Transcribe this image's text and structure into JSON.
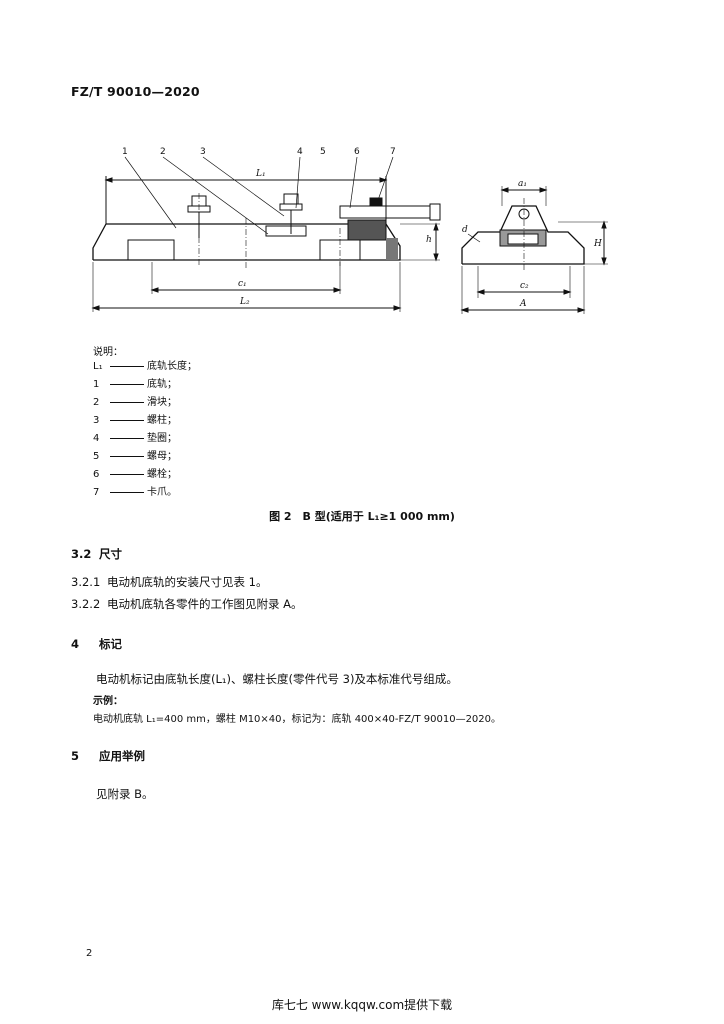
{
  "header": {
    "standard_code": "FZ/T 90010—2020"
  },
  "figure": {
    "callouts": [
      "1",
      "2",
      "3",
      "4",
      "5",
      "6",
      "7"
    ],
    "dimension_labels": {
      "L1": "L₁",
      "L2": "L₂",
      "c1": "c₁",
      "h": "h",
      "a1": "a₁",
      "d": "d",
      "H": "H",
      "c2": "c₂",
      "A": "A"
    },
    "legend_title": "说明：",
    "legend_items": [
      {
        "key": "L₁",
        "desc": "底轨长度；"
      },
      {
        "key": "1",
        "desc": "底轨；"
      },
      {
        "key": "2",
        "desc": "滑块；"
      },
      {
        "key": "3",
        "desc": "螺柱；"
      },
      {
        "key": "4",
        "desc": "垫圈；"
      },
      {
        "key": "5",
        "desc": "螺母；"
      },
      {
        "key": "6",
        "desc": "螺栓；"
      },
      {
        "key": "7",
        "desc": "卡爪。"
      }
    ],
    "caption": "图 2　B 型(适用于 L₁≥1 000 mm)"
  },
  "sections": {
    "s3_2": {
      "num": "3.2",
      "title": "尺寸"
    },
    "s3_2_1": {
      "num": "3.2.1",
      "text": "电动机底轨的安装尺寸见表 1。"
    },
    "s3_2_2": {
      "num": "3.2.2",
      "text": "电动机底轨各零件的工作图见附录 A。"
    },
    "s4": {
      "num": "4",
      "title": "标记",
      "text": "电动机标记由底轨长度(L₁)、螺柱长度(零件代号 3)及本标准代号组成。",
      "example_label": "示例：",
      "example": "电动机底轨 L₁=400 mm，螺柱 M10×40，标记为：底轨 400×40-FZ/T 90010—2020。"
    },
    "s5": {
      "num": "5",
      "title": "应用举例",
      "text": "见附录 B。"
    }
  },
  "page_number": "2",
  "footer": "库七七 www.kqqw.com提供下载"
}
